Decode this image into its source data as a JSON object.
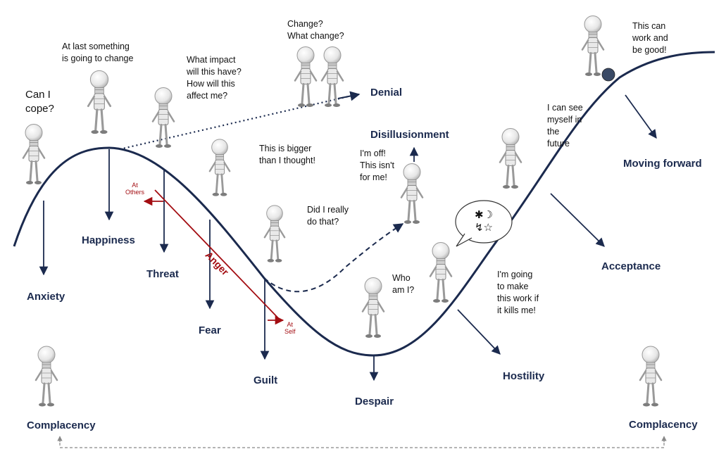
{
  "stages": {
    "anxiety": "Anxiety",
    "happiness": "Happiness",
    "threat": "Threat",
    "fear": "Fear",
    "guilt": "Guilt",
    "despair": "Despair",
    "hostility": "Hostility",
    "acceptance": "Acceptance",
    "moving_forward": "Moving forward",
    "denial": "Denial",
    "disillusionment": "Disillusionment",
    "complacency_left": "Complacency",
    "complacency_right": "Complacency"
  },
  "quotes": {
    "can_i_cope": "Can I\ncope?",
    "at_last": "At last something\nis going to change",
    "what_impact": "What impact\nwill this have?\nHow will this\naffect me?",
    "change": "Change?\nWhat change?",
    "bigger": "This is bigger\nthan I thought!",
    "did_i": "Did I really\ndo that?",
    "im_off": "I'm off!\nThis isn't\nfor me!",
    "who_am_i": "Who\nam I?",
    "going_to_make": "I'm going\nto make\nthis work if\nit kills me!",
    "see_myself": "I can see\nmyself in\nthe\nfuture",
    "this_can_work": "This can\nwork and\nbe good!"
  },
  "anger": {
    "label": "Anger",
    "at_others": "At\nOthers",
    "at_self": "At\nSelf"
  },
  "speech_bubble_symbols": [
    "✱☽",
    "↯☆"
  ],
  "colors": {
    "curve": "#1b2a4e",
    "labels": "#1b2a4e",
    "anger": "#a30d12",
    "dashed_loop": "#888888",
    "figures": "#9a9a9a"
  }
}
